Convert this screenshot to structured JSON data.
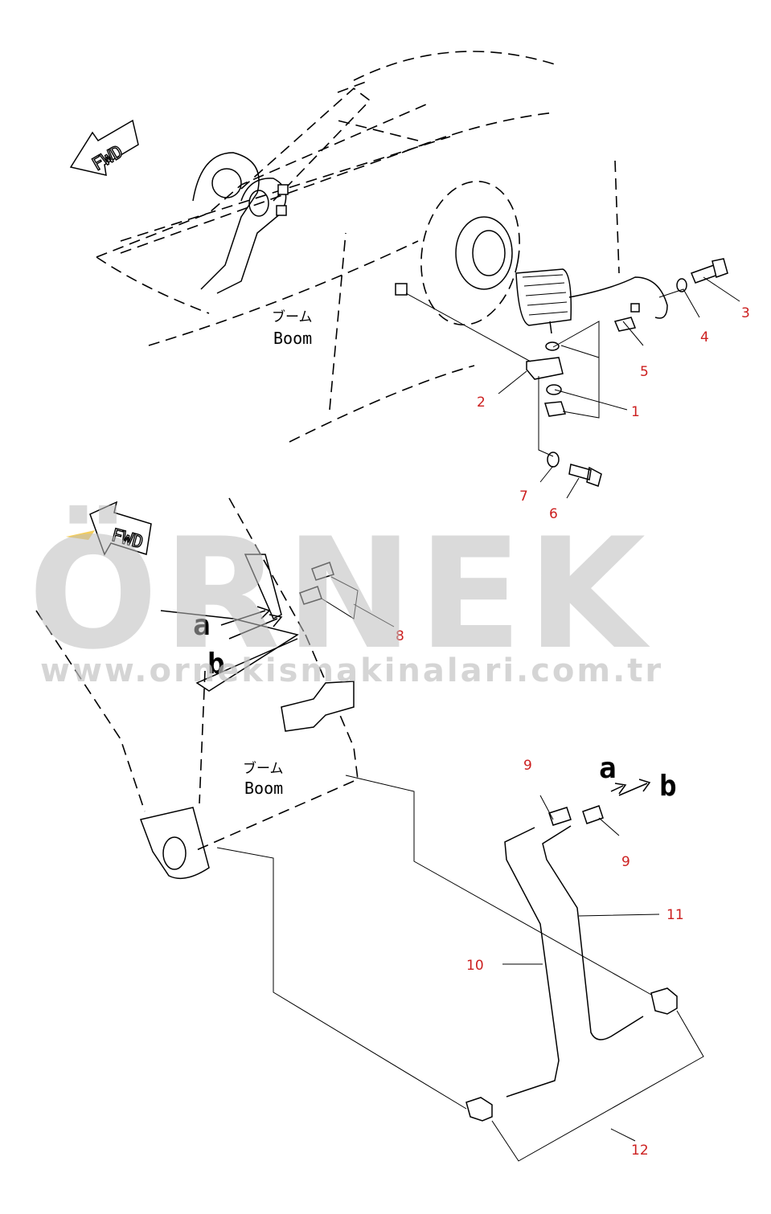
{
  "watermark": {
    "brand": "ÖRNEK",
    "url": "www.ornekismakinalari.com.tr",
    "accent_color": "#f2c230"
  },
  "labels": {
    "boom_jp": "ブーム",
    "boom_en": "Boom",
    "fwd": "FWD",
    "arrow_a": "a",
    "arrow_b": "b"
  },
  "callouts": [
    "1",
    "2",
    "3",
    "4",
    "5",
    "6",
    "7",
    "8",
    "9",
    "9",
    "10",
    "11",
    "12"
  ],
  "colors": {
    "callout": "#cc1f1f",
    "line": "#000000",
    "watermark": "#bdbdbd"
  }
}
